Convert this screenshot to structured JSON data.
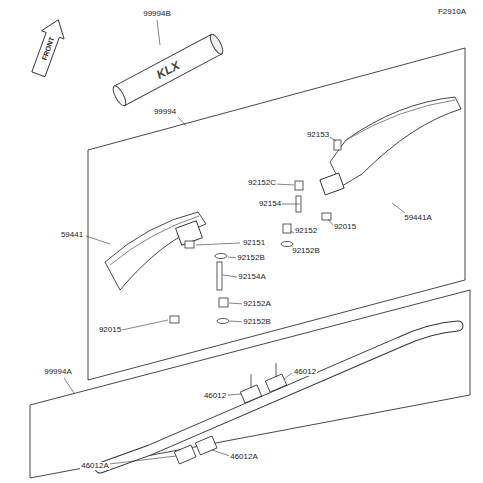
{
  "diagram": {
    "labels": [
      "F2910A",
      "99994B",
      "FRONT",
      "KLX",
      "99994",
      "92153",
      "59441A",
      "92152C",
      "92154",
      "92015",
      "92151",
      "92152",
      "59441",
      "92152B",
      "92152B",
      "92154A",
      "92015",
      "92152A",
      "92152B",
      "99994A",
      "46012",
      "46012",
      "46012A",
      "46012A"
    ]
  }
}
